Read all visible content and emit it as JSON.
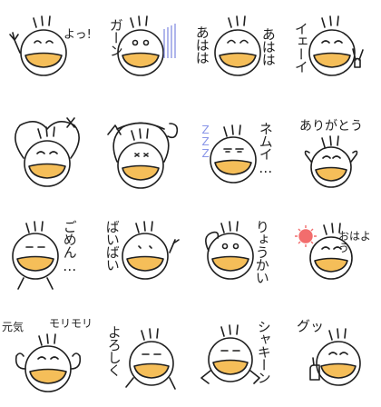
{
  "stickers": [
    {
      "id": "yo",
      "caption": "よっ!",
      "icon": "wave-hand-icon"
    },
    {
      "id": "gaan",
      "caption": "ガーン",
      "icon": "shock-lines-icon"
    },
    {
      "id": "ahaha",
      "caption_left": "あはは",
      "caption_right": "あはは",
      "icon": "laughing-face-icon"
    },
    {
      "id": "ieei",
      "caption": "イェーイ",
      "icon": "peace-sign-icon"
    },
    {
      "id": "ok",
      "caption": "",
      "icon": "arms-circle-icon"
    },
    {
      "id": "no",
      "caption": "",
      "icon": "arms-cross-icon"
    },
    {
      "id": "nemui",
      "caption": "ネムイ…",
      "zzz": "ZZZ",
      "icon": "sleepy-face-icon"
    },
    {
      "id": "arigatou",
      "caption": "ありがとう",
      "icon": "raised-hands-icon"
    },
    {
      "id": "gomen",
      "caption": "ごめん…",
      "icon": "bowing-icon"
    },
    {
      "id": "baibai",
      "caption": "ばいばい",
      "icon": "waving-hands-icon"
    },
    {
      "id": "ryoukai",
      "caption": "りょうかい",
      "icon": "salute-icon"
    },
    {
      "id": "ohayou",
      "caption": "おはよう",
      "icon": "sun-icon"
    },
    {
      "id": "genki",
      "caption_left": "元気",
      "caption_right": "モリモリ",
      "icon": "flex-arms-icon"
    },
    {
      "id": "yoroshiku",
      "caption": "よろしく",
      "icon": "bow-hands-icon"
    },
    {
      "id": "shakin",
      "caption": "シャキーン",
      "icon": "pose-icon"
    },
    {
      "id": "gu",
      "caption": "グッ",
      "icon": "thumbs-up-icon"
    }
  ],
  "colors": {
    "ink": "#1f1f1f",
    "mouth": "#f5be59",
    "sleep": "#8a96e8",
    "sun": "#f26d6d"
  }
}
